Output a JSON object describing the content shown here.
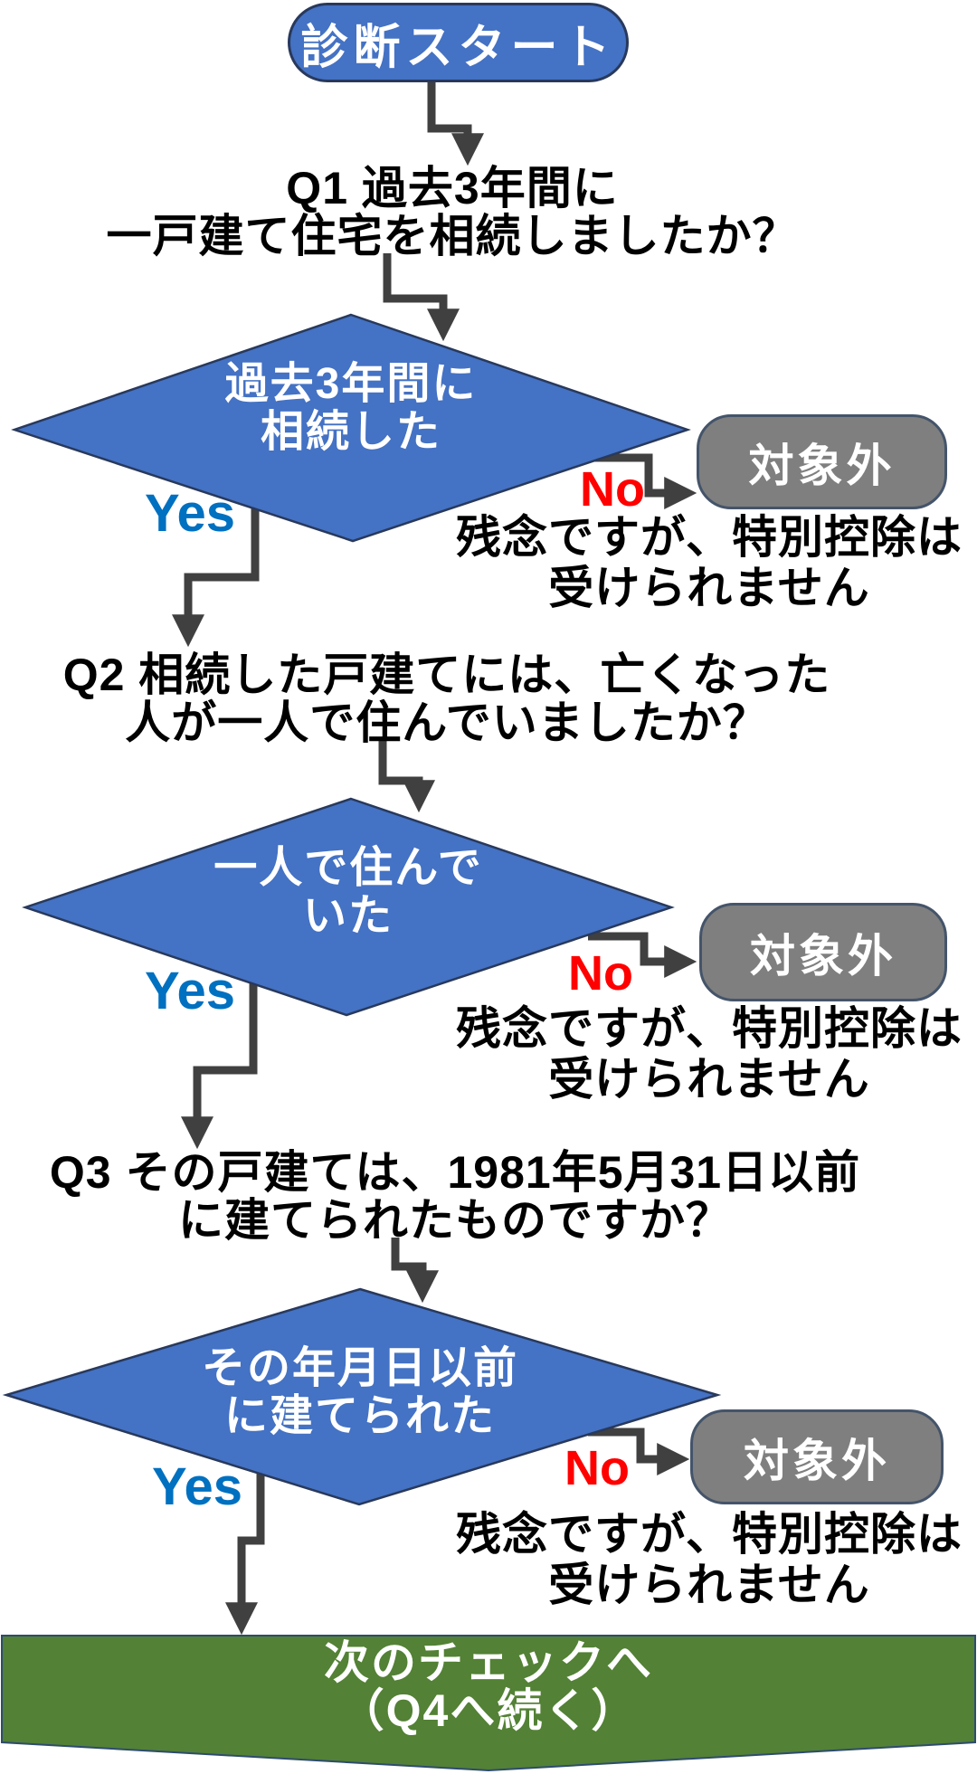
{
  "flowchart": {
    "start_label": "診断スタート",
    "steps": [
      {
        "question_line1": "Q1 過去3年間に",
        "question_line2": "一戸建て住宅を相続しましたか？",
        "diamond_line1": "過去3年間に",
        "diamond_line2": "相続した",
        "yes_label": "Yes",
        "no_label": "No",
        "not_eligible_label": "対象外",
        "not_eligible_line1": "残念ですが、特別控除は",
        "not_eligible_line2": "受けられません"
      },
      {
        "question_line1": "Q2 相続した戸建てには、亡くなった",
        "question_line2": "人が一人で住んでいましたか？",
        "diamond_line1": "一人で住んで",
        "diamond_line2": "いた",
        "yes_label": "Yes",
        "no_label": "No",
        "not_eligible_label": "対象外",
        "not_eligible_line1": "残念ですが、特別控除は",
        "not_eligible_line2": "受けられません"
      },
      {
        "question_line1": "Q3 その戸建ては、1981年5月31日以前",
        "question_line2": "に建てられたものですか？",
        "diamond_line1": "その年月日以前",
        "diamond_line2": "に建てられた",
        "yes_label": "Yes",
        "no_label": "No",
        "not_eligible_label": "対象外",
        "not_eligible_line1": "残念ですが、特別控除は",
        "not_eligible_line2": "受けられません"
      }
    ],
    "end_banner": {
      "line1": "次のチェックへ",
      "line2": "（Q4へ続く）"
    },
    "colors": {
      "node_blue": "#4472C4",
      "node_border": "#28395C",
      "gray_box": "#7F7F7F",
      "gray_border": "#44546A",
      "green_banner": "#538135",
      "green_border": "#2E4B6E",
      "connector_gray": "#404040",
      "yes_blue": "#0070C0",
      "no_red": "#FF0000",
      "text_black": "#000000",
      "shape_text_white": "#FFFFFF"
    }
  }
}
